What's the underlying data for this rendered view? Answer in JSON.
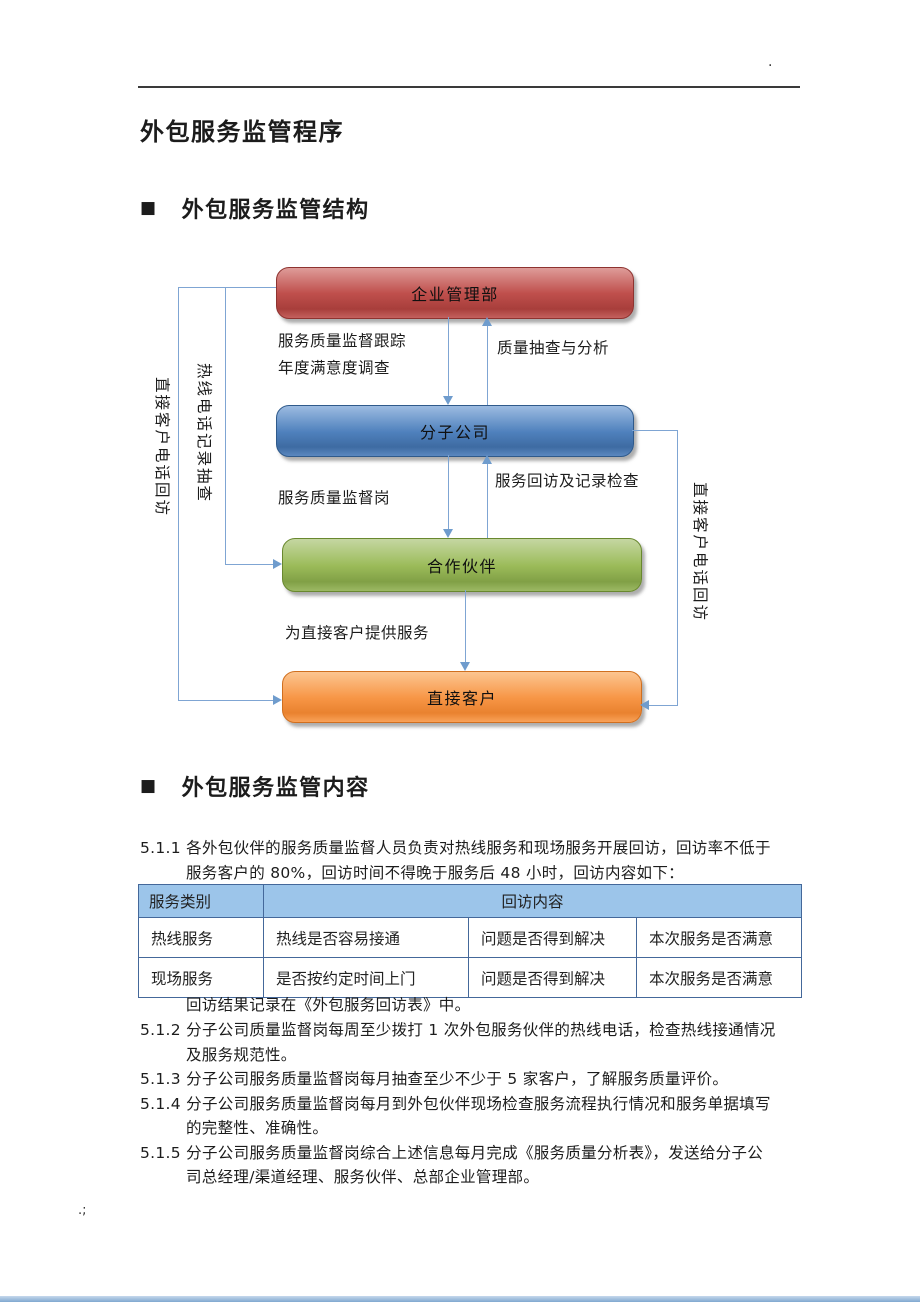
{
  "page": {
    "title": "外包服务监管程序",
    "header_dot": "·",
    "footer_mark": ".;"
  },
  "sections": [
    {
      "bullet": "■",
      "heading": "外包服务监管结构"
    },
    {
      "bullet": "■",
      "heading": "外包服务监管内容"
    }
  ],
  "diagram": {
    "nodes": [
      {
        "id": "management",
        "label": "企业管理部",
        "color": "#C0504D"
      },
      {
        "id": "subsidiary",
        "label": "分子公司",
        "color": "#4F81BD"
      },
      {
        "id": "partner",
        "label": "合作伙伴",
        "color": "#9BBB59"
      },
      {
        "id": "customer",
        "label": "直接客户",
        "color": "#F79646"
      }
    ],
    "labels": {
      "mgmt_to_sub_line1": "服务质量监督跟踪",
      "mgmt_to_sub_line2": "年度满意度调查",
      "sub_to_mgmt": "质量抽查与分析",
      "sub_to_partner": "服务质量监督岗",
      "partner_to_sub": "服务回访及记录检查",
      "partner_to_customer": "为直接客户提供服务",
      "left_outer_vertical": "直接客户电话回访",
      "left_inner_vertical": "热线电话记录抽查",
      "right_vertical": "直接客户电话回访"
    },
    "connector_color": "#7FA5D3"
  },
  "content": {
    "p511": {
      "l1": "5.1.1 各外包伙伴的服务质量监督人员负责对热线服务和现场服务开展回访，回访率不低于",
      "l2": "服务客户的 80%，回访时间不得晚于服务后 48 小时，回访内容如下："
    },
    "note": "回访结果记录在《外包服务回访表》中。",
    "p512": {
      "l1": "5.1.2 分子公司质量监督岗每周至少拨打 1 次外包服务伙伴的热线电话，检查热线接通情况",
      "l2": "及服务规范性。"
    },
    "p513": "5.1.3 分子公司服务质量监督岗每月抽查至少不少于 5 家客户，了解服务质量评价。",
    "p514": {
      "l1": "5.1.4 分子公司服务质量监督岗每月到外包伙伴现场检查服务流程执行情况和服务单据填写",
      "l2": "的完整性、准确性。"
    },
    "p515": {
      "l1": "5.1.5 分子公司服务质量监督岗综合上述信息每月完成《服务质量分析表》，发送给分子公",
      "l2": "司总经理/渠道经理、服务伙伴、总部企业管理部。"
    }
  },
  "table": {
    "header_col1": "服务类别",
    "header_span": "回访内容",
    "rows": [
      [
        "热线服务",
        "热线是否容易接通",
        "问题是否得到解决",
        "本次服务是否满意"
      ],
      [
        "现场服务",
        "是否按约定时间上门",
        "问题是否得到解决",
        "本次服务是否满意"
      ]
    ],
    "header_bg": "#9CC5EA",
    "border_color": "#44689A"
  },
  "colors": {
    "bottom_bar": "#7FA8D0",
    "header_rule": "#3A3A3A"
  }
}
